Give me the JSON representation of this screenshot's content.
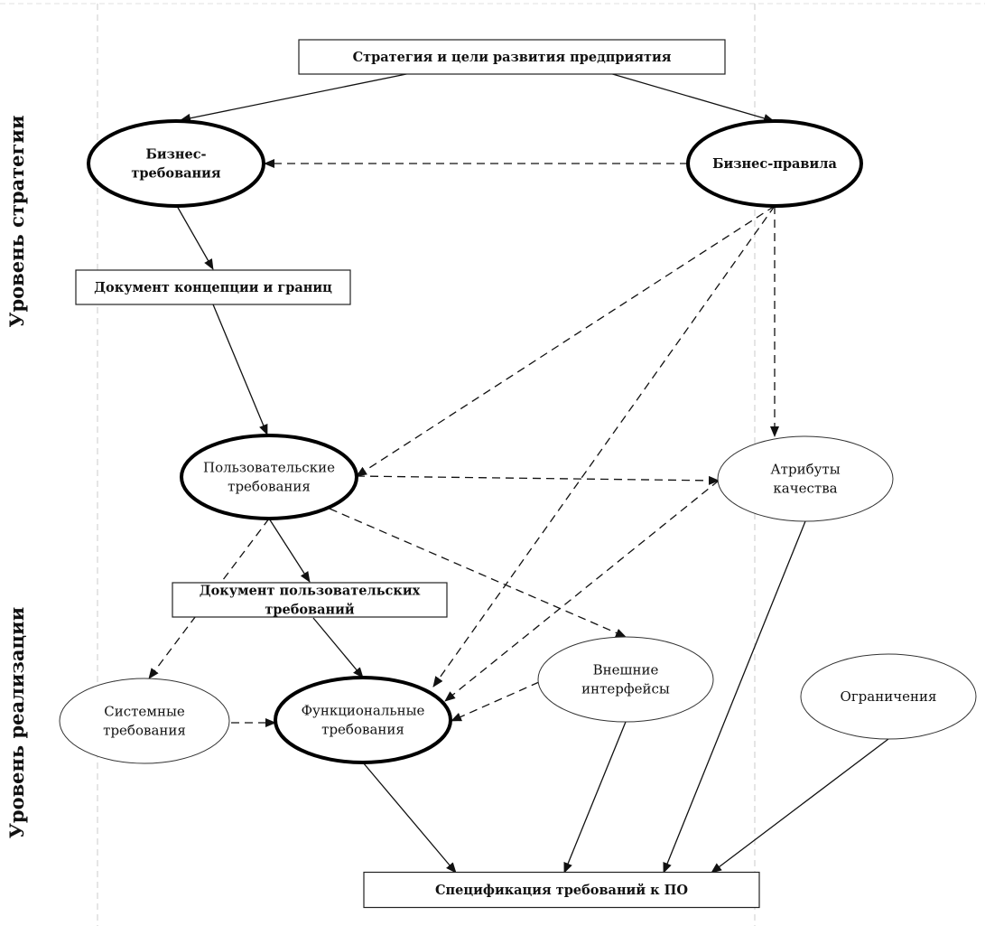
{
  "diagram": {
    "levels": {
      "strategy": "Уровень стратегии",
      "implementation": "Уровень реализации"
    },
    "nodes": {
      "strategy": {
        "lines": [
          "Стратегия и цели развития предприятия"
        ],
        "shape": "box",
        "weight": "bold"
      },
      "business_req": {
        "lines": [
          "Бизнес-",
          "требования"
        ],
        "shape": "ellipse-thick",
        "weight": "bold"
      },
      "business_rules": {
        "lines": [
          "Бизнес-правила"
        ],
        "shape": "ellipse-thick",
        "weight": "bold"
      },
      "vision_doc": {
        "lines": [
          "Документ концепции и границ"
        ],
        "shape": "box",
        "weight": "bold"
      },
      "user_req": {
        "lines": [
          "Пользовательские",
          "требования"
        ],
        "shape": "ellipse-thick",
        "weight": "regular"
      },
      "quality": {
        "lines": [
          "Атрибуты",
          "качества"
        ],
        "shape": "ellipse-thin",
        "weight": "regular"
      },
      "user_doc": {
        "lines": [
          "Документ пользовательских",
          "требований"
        ],
        "shape": "box",
        "weight": "bold"
      },
      "system_req": {
        "lines": [
          "Системные",
          "требования"
        ],
        "shape": "ellipse-thin",
        "weight": "regular"
      },
      "functional_req": {
        "lines": [
          "Функциональные",
          "требования"
        ],
        "shape": "ellipse-thick",
        "weight": "regular"
      },
      "ext_interfaces": {
        "lines": [
          "Внешние",
          "интерфейсы"
        ],
        "shape": "ellipse-thin",
        "weight": "regular"
      },
      "constraints": {
        "lines": [
          "Ограничения"
        ],
        "shape": "ellipse-thin",
        "weight": "regular"
      },
      "srs": {
        "lines": [
          "Спецификация требований к ПО"
        ],
        "shape": "box",
        "weight": "bold"
      }
    },
    "edges": [
      {
        "from": "strategy",
        "to": "business_req",
        "style": "solid"
      },
      {
        "from": "strategy",
        "to": "business_rules",
        "style": "solid"
      },
      {
        "from": "business_rules",
        "to": "business_req",
        "style": "dashed"
      },
      {
        "from": "business_req",
        "to": "vision_doc",
        "style": "solid"
      },
      {
        "from": "vision_doc",
        "to": "user_req",
        "style": "solid"
      },
      {
        "from": "business_rules",
        "to": "user_req",
        "style": "dashed"
      },
      {
        "from": "business_rules",
        "to": "functional_req",
        "style": "dashed"
      },
      {
        "from": "business_rules",
        "to": "quality",
        "style": "dashed"
      },
      {
        "from": "user_req",
        "to": "quality",
        "style": "dashed"
      },
      {
        "from": "user_req",
        "to": "user_doc",
        "style": "solid"
      },
      {
        "from": "user_req",
        "to": "system_req",
        "style": "dashed"
      },
      {
        "from": "user_req",
        "to": "ext_interfaces",
        "style": "dashed"
      },
      {
        "from": "user_doc",
        "to": "functional_req",
        "style": "solid"
      },
      {
        "from": "quality",
        "to": "functional_req",
        "style": "dashed"
      },
      {
        "from": "system_req",
        "to": "functional_req",
        "style": "dashed"
      },
      {
        "from": "ext_interfaces",
        "to": "functional_req",
        "style": "dashed"
      },
      {
        "from": "functional_req",
        "to": "srs",
        "style": "solid"
      },
      {
        "from": "ext_interfaces",
        "to": "srs",
        "style": "solid"
      },
      {
        "from": "quality",
        "to": "srs",
        "style": "solid"
      },
      {
        "from": "constraints",
        "to": "srs",
        "style": "solid"
      }
    ]
  }
}
